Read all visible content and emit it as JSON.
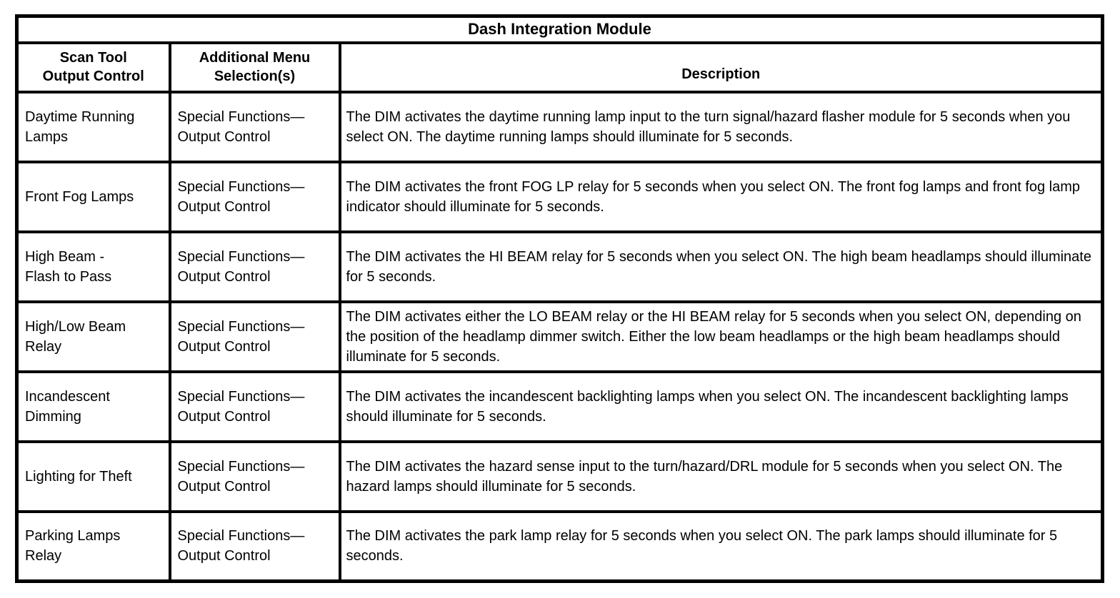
{
  "title": "Dash Integration Module",
  "columns": {
    "control": "Scan Tool Output Control",
    "menu": "Additional Menu Selection(s)",
    "description": "Description"
  },
  "rows": [
    {
      "control": "Daytime Running Lamps",
      "menu": "Special Functions—Output Control",
      "description": "The DIM activates the daytime running lamp input to the turn signal/hazard flasher module for 5 seconds when you select ON. The daytime running lamps should illuminate for 5 seconds."
    },
    {
      "control": "Front Fog Lamps",
      "menu": "Special Functions—Output Control",
      "description": "The DIM activates the front FOG LP relay for 5 seconds when you select ON. The front fog lamps and front fog lamp indicator should illuminate for 5 seconds."
    },
    {
      "control": "High Beam - Flash to Pass",
      "menu": "Special Functions—Output Control",
      "description": "The DIM activates the HI BEAM relay for 5 seconds when you select ON. The high beam headlamps should illuminate for 5 seconds."
    },
    {
      "control": "High/Low Beam Relay",
      "menu": "Special Functions—Output Control",
      "description": "The DIM activates either the LO BEAM relay or the HI BEAM relay for 5 seconds when you select ON, depending on the position of the headlamp dimmer switch. Either the low beam headlamps or the high beam headlamps should illuminate for 5 seconds."
    },
    {
      "control": "Incandescent Dimming",
      "menu": "Special Functions—Output Control",
      "description": "The DIM activates the incandescent backlighting lamps when you select ON. The incandescent backlighting lamps should illuminate for 5 seconds."
    },
    {
      "control": "Lighting for Theft",
      "menu": "Special Functions—Output Control",
      "description": "The DIM activates the hazard sense input to the turn/hazard/DRL module for 5 seconds when you select ON. The hazard lamps should illuminate for 5 seconds."
    },
    {
      "control": "Parking Lamps Relay",
      "menu": "Special Functions—Output Control",
      "description": "The DIM activates the park lamp relay for 5 seconds when you select ON. The park lamps should illuminate for 5 seconds."
    }
  ],
  "colors": {
    "border": "#000000",
    "background": "#ffffff",
    "text": "#000000"
  }
}
